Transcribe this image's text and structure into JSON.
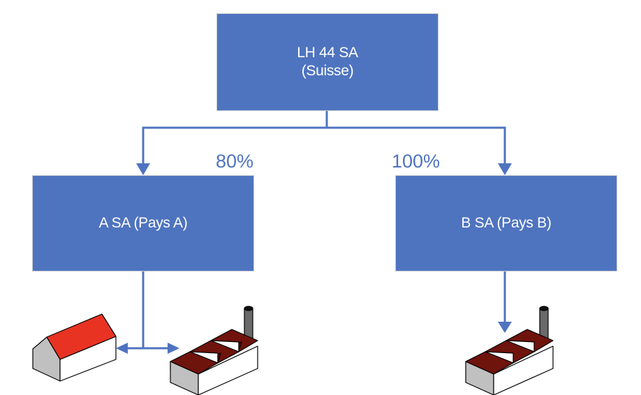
{
  "diagram": {
    "type": "corporate-structure",
    "parent": {
      "line1": "LH 44 SA",
      "line2": "(Suisse)"
    },
    "subsidiaries": [
      {
        "label": "A SA (Pays A)",
        "ownership": "80%",
        "assets": [
          "house-icon",
          "factory-icon"
        ]
      },
      {
        "label": "B SA (Pays B)",
        "ownership": "100%",
        "assets": [
          "factory-icon"
        ]
      }
    ],
    "colors": {
      "box_fill": "#4f74bf",
      "connector": "#4f74bf",
      "house_roof": "#e83323",
      "factory_roof": "#6f130d",
      "wall_side": "#c0c0c0",
      "chimney": "#6a6a6a"
    }
  }
}
